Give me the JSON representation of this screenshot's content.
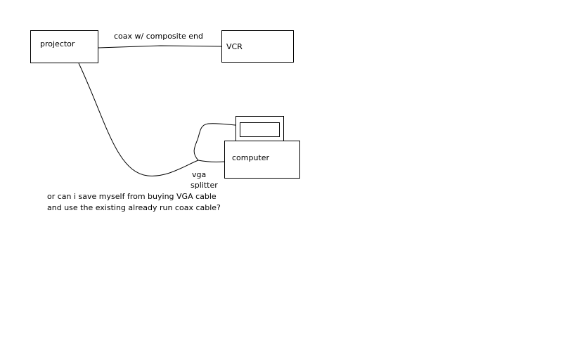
{
  "diagram": {
    "nodes": {
      "projector": {
        "label": "projector"
      },
      "vcr": {
        "label": "VCR"
      },
      "computer": {
        "label": "computer"
      },
      "monitor": {
        "label": ""
      }
    },
    "edges": {
      "coax": {
        "label": "coax w/ composite end"
      },
      "vga_splitter": {
        "label_line1": "vga",
        "label_line2": "splitter"
      }
    },
    "note": {
      "line1": "or can i save myself from buying VGA cable",
      "line2": "and use the existing already run coax cable?"
    }
  }
}
